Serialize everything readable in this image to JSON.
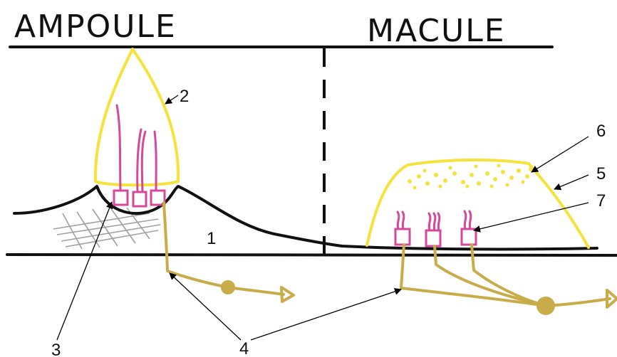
{
  "titles": {
    "left": "AMPOULE",
    "right": "MACULE"
  },
  "labels": {
    "one": "1",
    "two": "2",
    "three": "3",
    "four": "4",
    "five": "5",
    "six": "6",
    "seven": "7"
  },
  "colors": {
    "ink": "#111111",
    "cupula": "#F5E23A",
    "hair_cell": "#D6489A",
    "nerve": "#C9AC4A",
    "mesh": "#A0A0A0",
    "arrow": "#000000"
  }
}
